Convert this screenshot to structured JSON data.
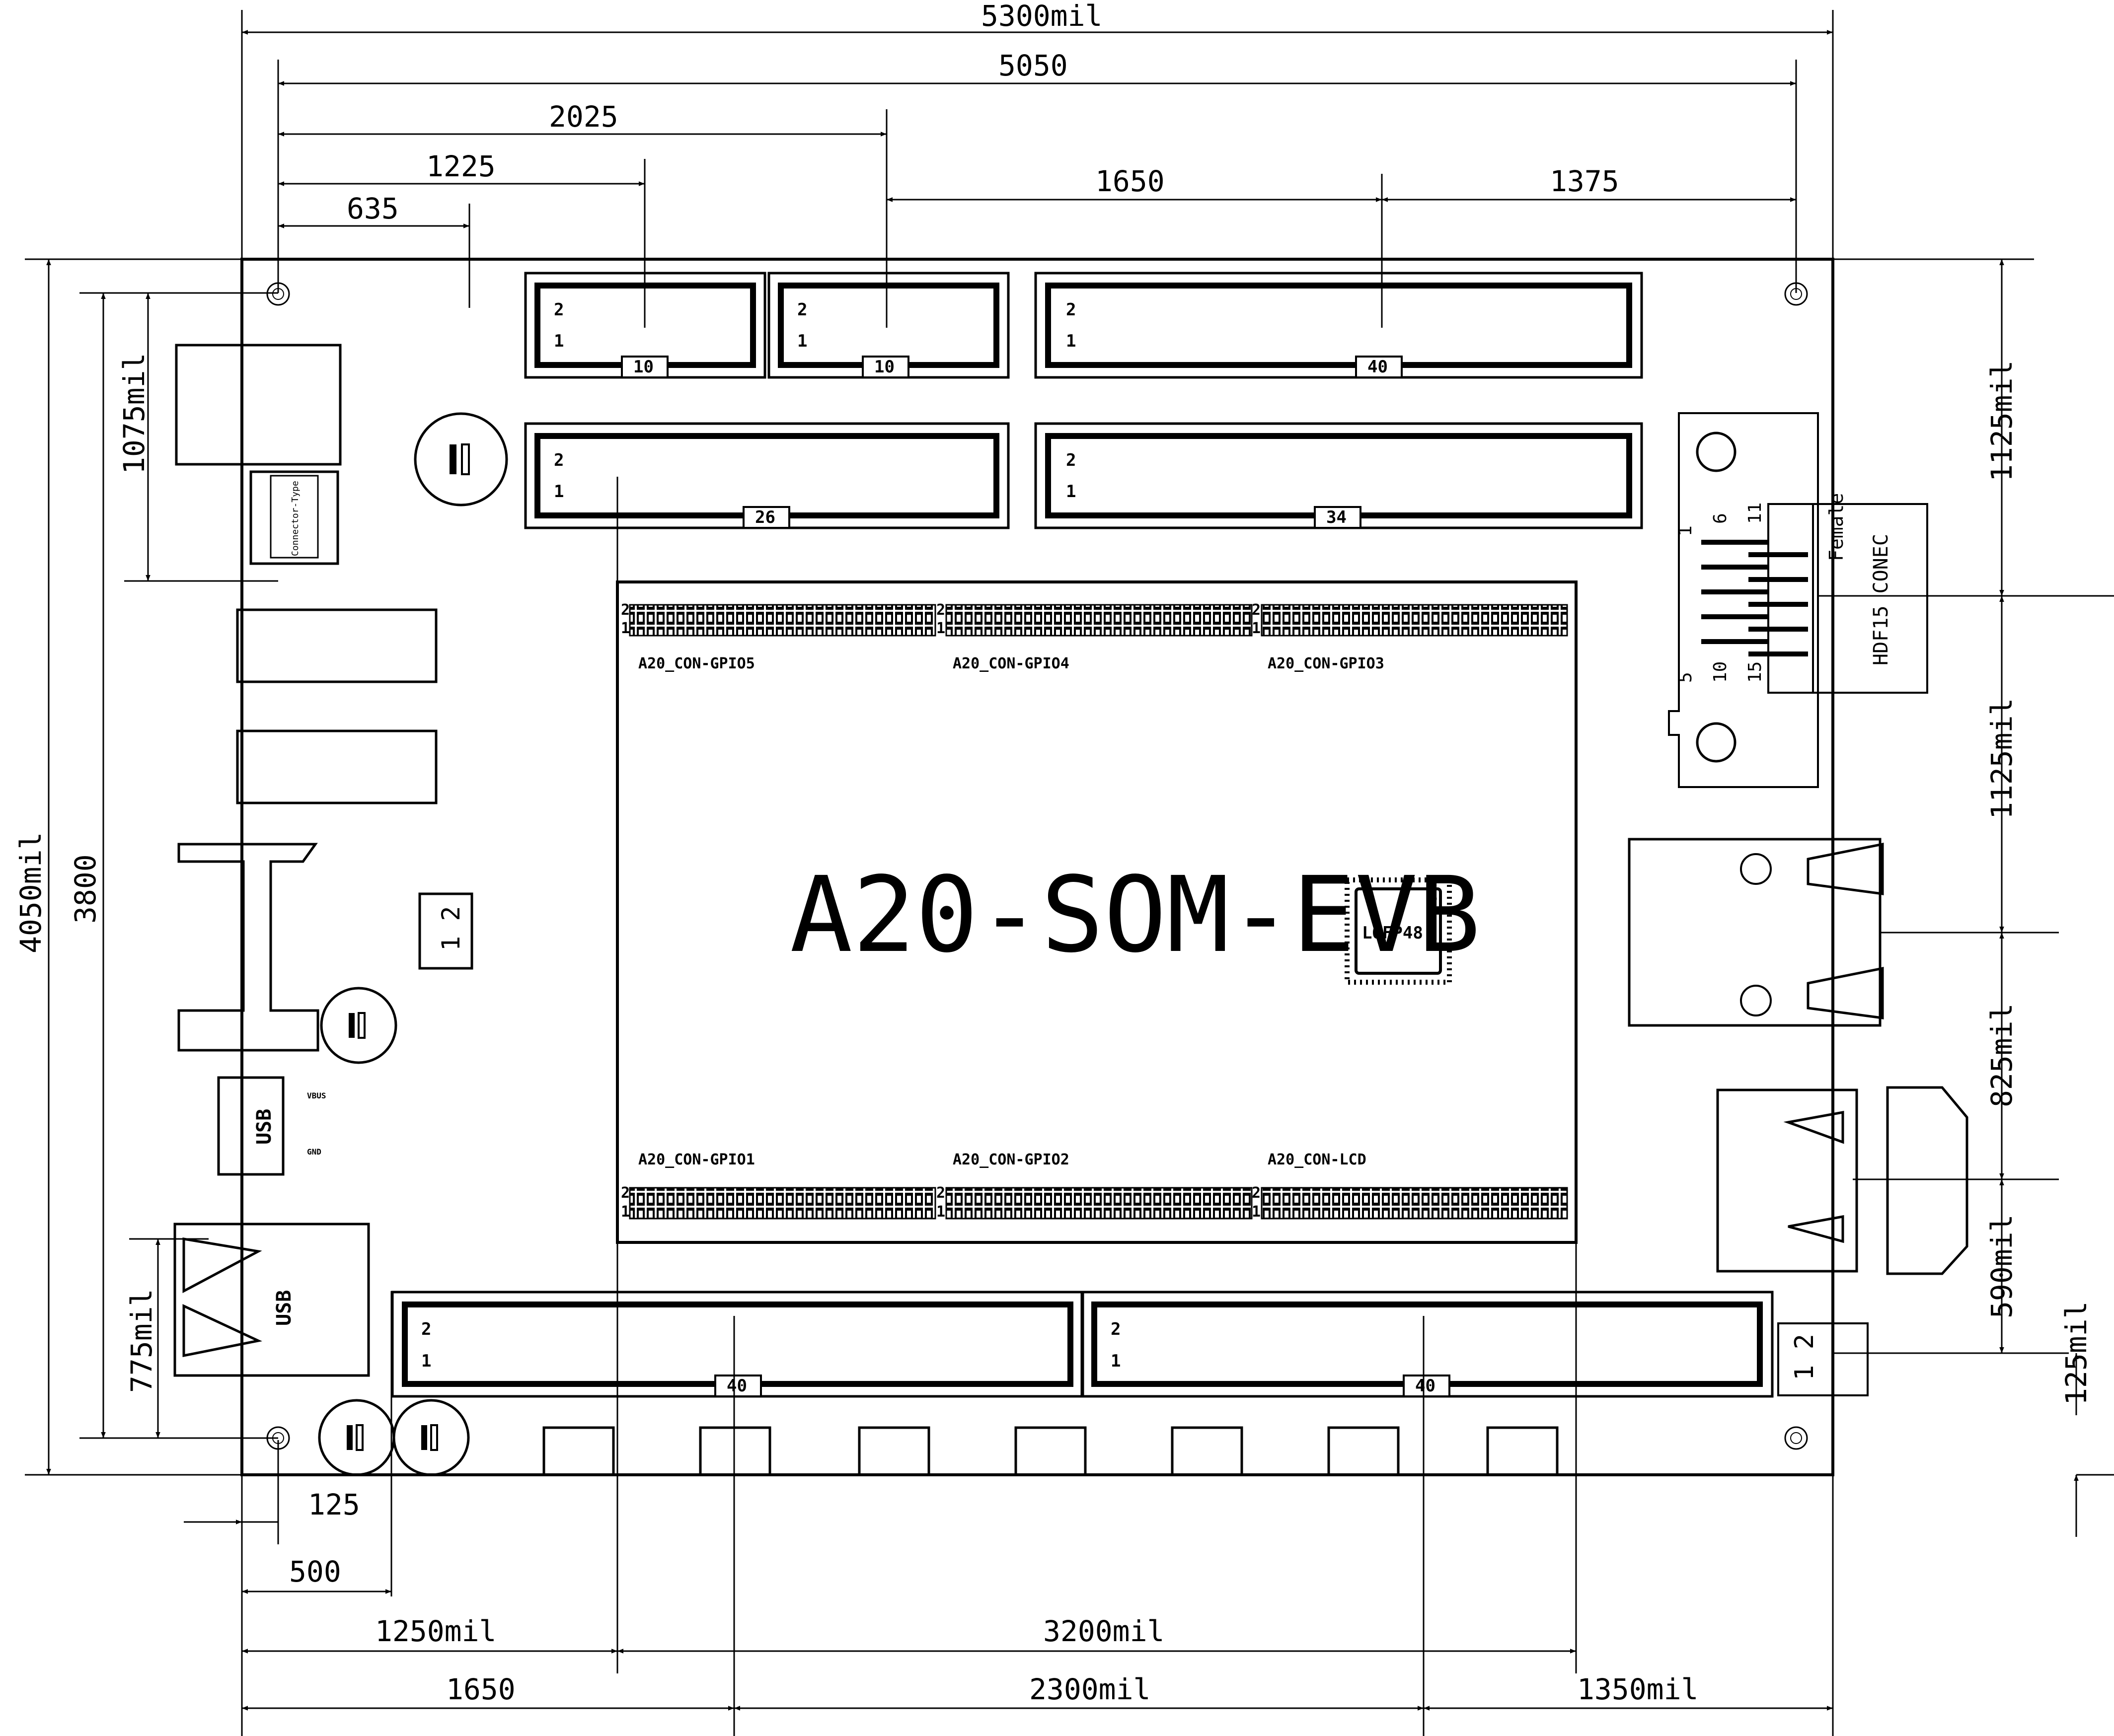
{
  "board": {
    "title": "A20-SOM-EVB",
    "ic_label": "LQFP48",
    "vga_connector": {
      "label": "HDF15 CONEC",
      "gender": "Female",
      "pins": [
        "1",
        "6",
        "11",
        "5",
        "10",
        "15"
      ]
    },
    "usb_labels": [
      "USB",
      "USB"
    ],
    "usb_pin_labels": [
      "VBUS",
      "GND"
    ],
    "small_label": "Connector-Type",
    "jumper_label": "1 2",
    "jumper_label2": "1 2"
  },
  "gpio_headers": [
    {
      "name": "A20_CON-GPIO5"
    },
    {
      "name": "A20_CON-GPIO4"
    },
    {
      "name": "A20_CON-GPIO3"
    },
    {
      "name": "A20_CON-GPIO1"
    },
    {
      "name": "A20_CON-GPIO2"
    },
    {
      "name": "A20_CON-LCD"
    }
  ],
  "box_headers": [
    {
      "pin2": "2",
      "pin1": "1",
      "count": "10"
    },
    {
      "pin2": "2",
      "pin1": "1",
      "count": "10"
    },
    {
      "pin2": "2",
      "pin1": "1",
      "count": "40"
    },
    {
      "pin2": "2",
      "pin1": "1",
      "count": "26"
    },
    {
      "pin2": "2",
      "pin1": "1",
      "count": "34"
    },
    {
      "pin2": "2",
      "pin1": "1",
      "count": "40"
    },
    {
      "pin2": "2",
      "pin1": "1",
      "count": "40"
    }
  ],
  "header_row_pins": {
    "top": "2",
    "bottom": "1"
  },
  "dimensions": {
    "width_total": "5300mil",
    "d5050": "5050",
    "d2025": "2025",
    "d1225": "1225",
    "d635": "635",
    "d1650_top": "1650",
    "d1375": "1375",
    "height_total": "4050mil",
    "d3800": "3800",
    "d1075": "1075mil",
    "d775": "775mil",
    "d125_left": "125",
    "d500": "500",
    "d1250": "1250mil",
    "d3200": "3200mil",
    "d1650_bottom": "1650",
    "d2300": "2300mil",
    "d1350": "1350mil",
    "r1125a": "1125mil",
    "r1125b": "1125mil",
    "r825": "825mil",
    "r590": "590mil",
    "r125": "125mil"
  }
}
